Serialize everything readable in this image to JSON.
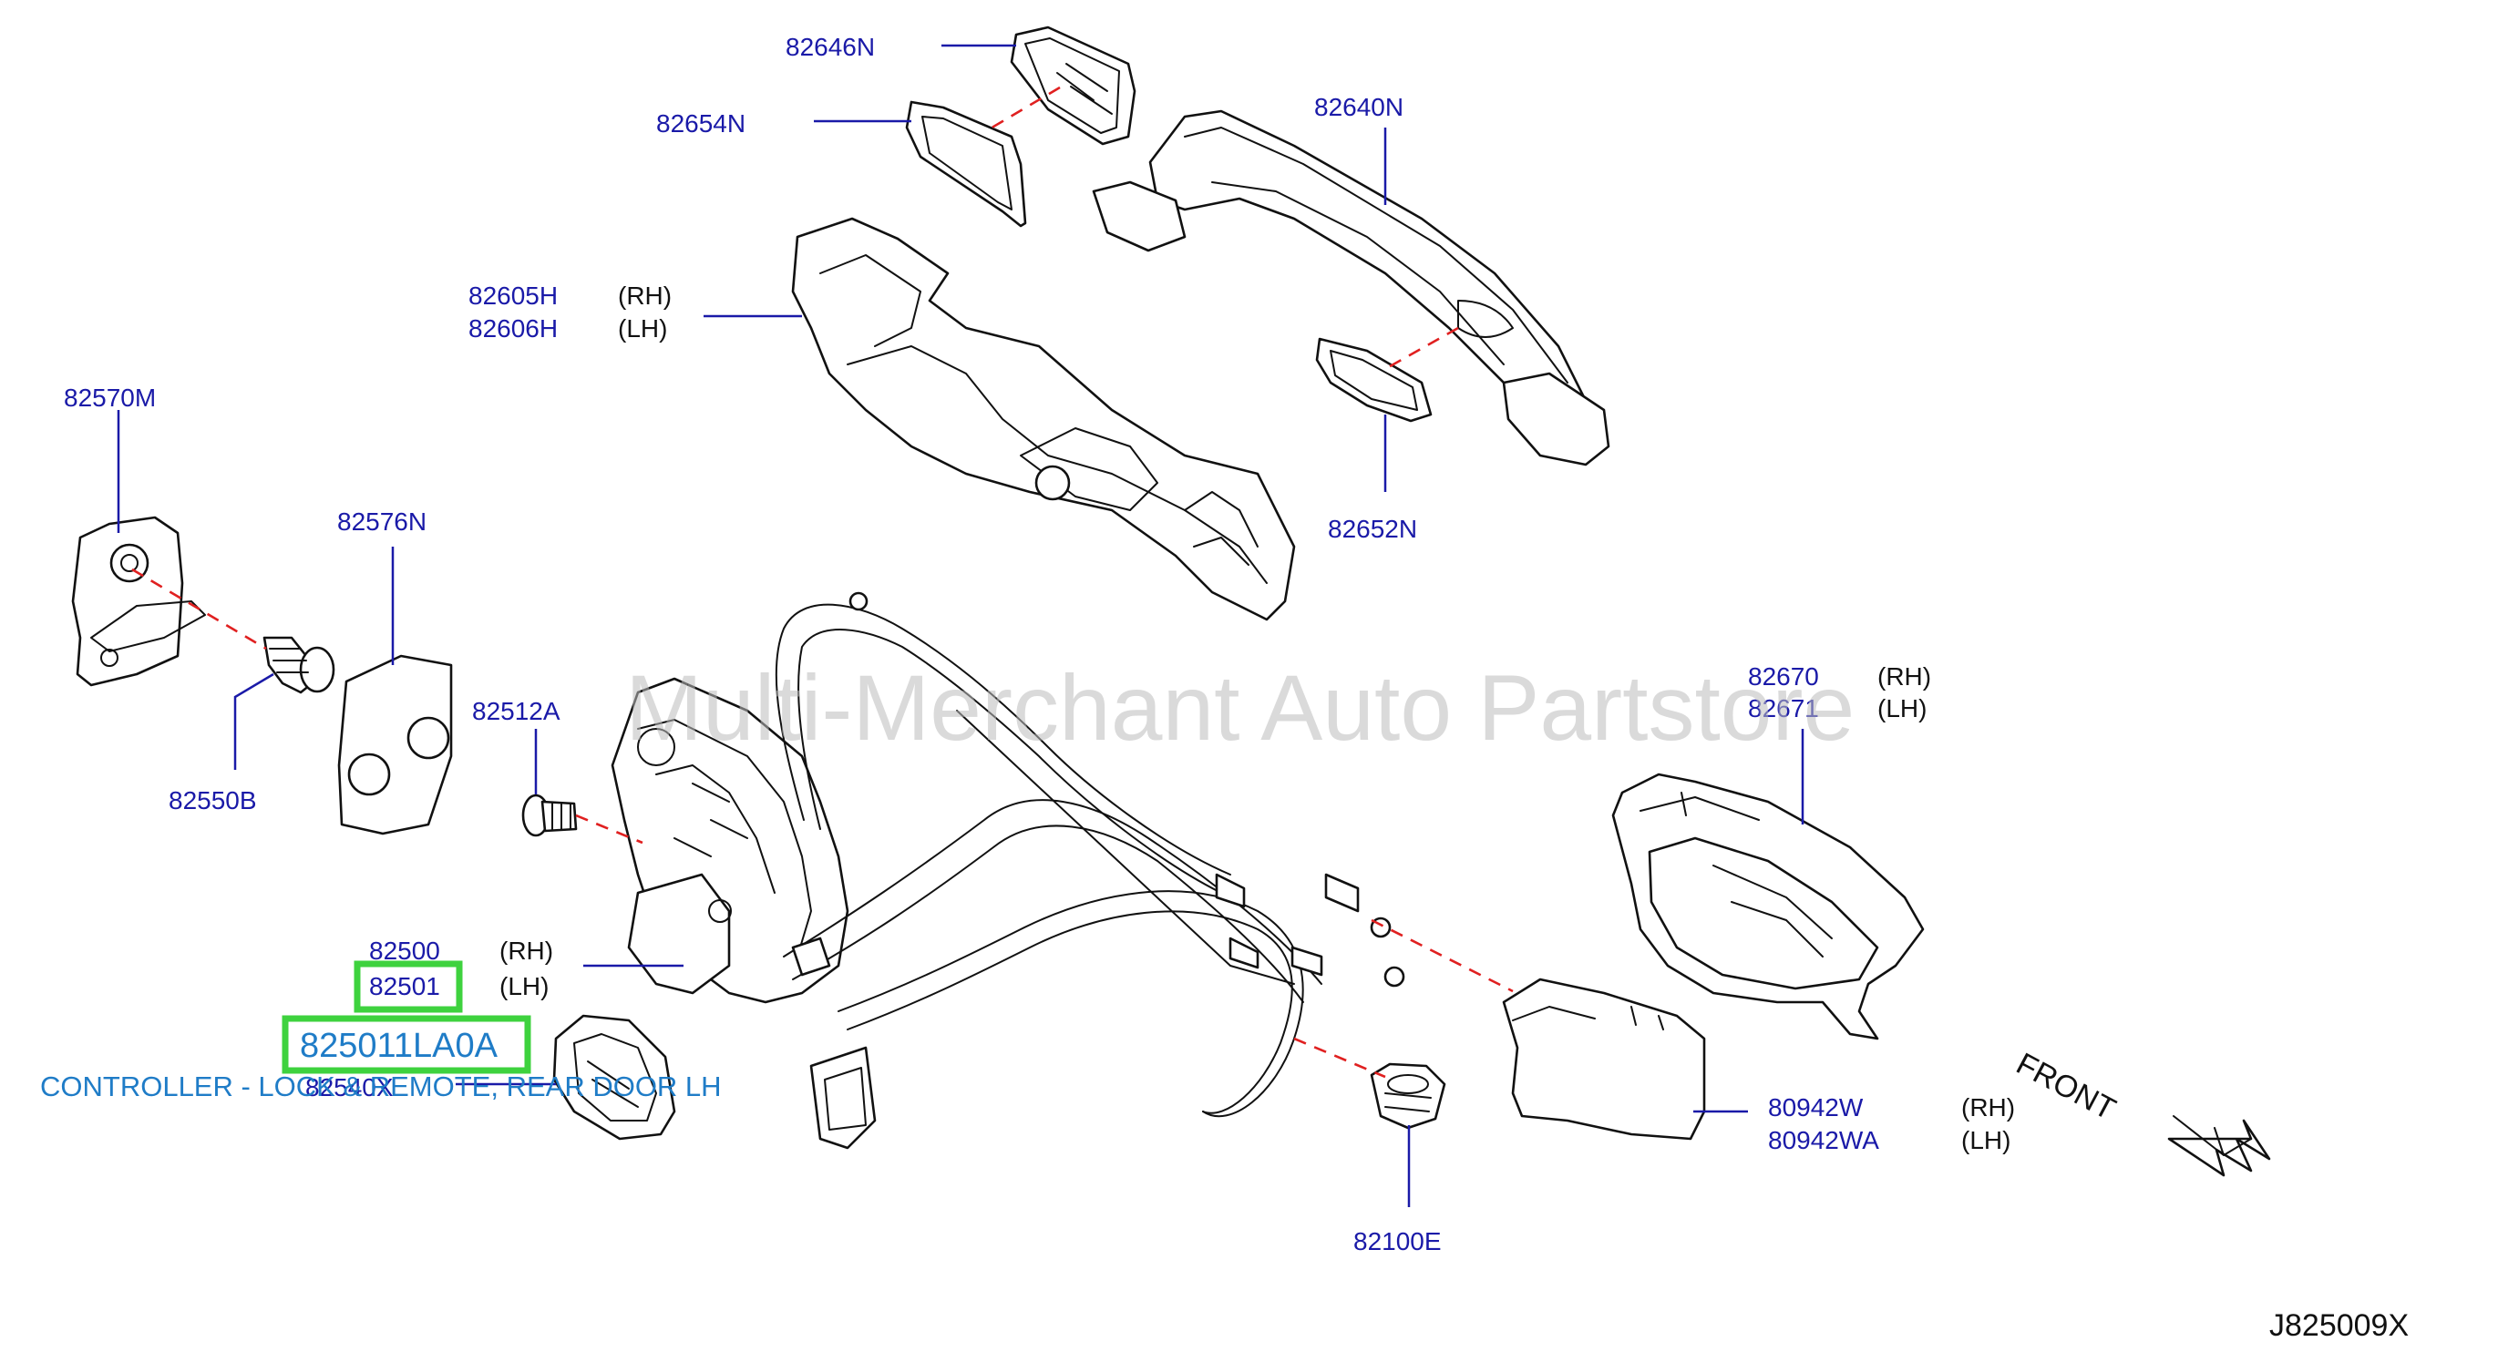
{
  "watermark": "Multi-Merchant Auto Partstore",
  "diagram_code": "J825009X",
  "front_label": "FRONT",
  "highlight": {
    "part_number": "825011LA0A",
    "caption": "CONTROLLER - LOCK & REMOTE, REAR DOOR LH"
  },
  "hidden_label": "82540X",
  "parts": [
    {
      "id": "82646N"
    },
    {
      "id": "82654N"
    },
    {
      "id": "82640N"
    },
    {
      "id": "82605H",
      "side": "(RH)"
    },
    {
      "id": "82606H",
      "side": "(LH)"
    },
    {
      "id": "82570M"
    },
    {
      "id": "82576N"
    },
    {
      "id": "82550B"
    },
    {
      "id": "82652N"
    },
    {
      "id": "82512A"
    },
    {
      "id": "82670",
      "side": "(RH)"
    },
    {
      "id": "82671",
      "side": "(LH)"
    },
    {
      "id": "82500",
      "side": "(RH)"
    },
    {
      "id": "82501",
      "side": "(LH)"
    },
    {
      "id": "80942W",
      "side": "(RH)"
    },
    {
      "id": "80942WA",
      "side": "(LH)"
    },
    {
      "id": "82100E"
    }
  ]
}
